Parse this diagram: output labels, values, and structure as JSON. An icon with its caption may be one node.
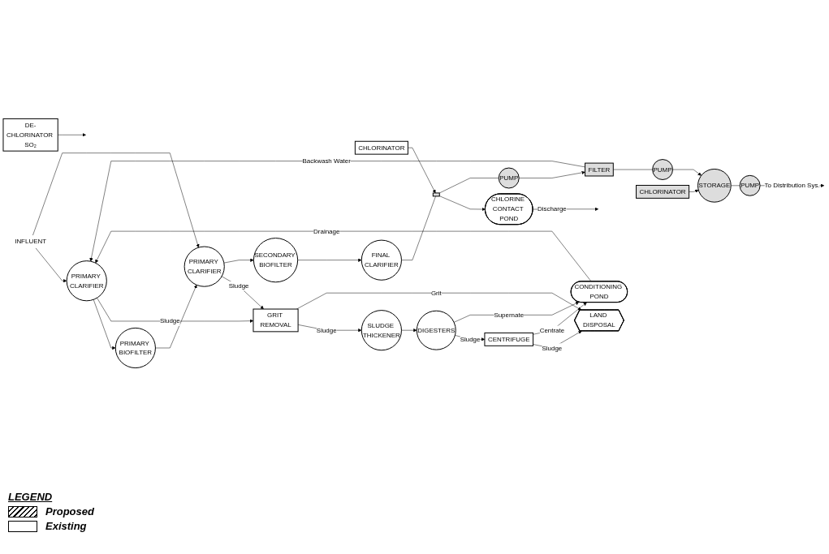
{
  "diagram": {
    "nodes": [
      {
        "text": [
          "INFLUENT"
        ]
      },
      {
        "text": [
          "PRIMARY CLARIFIER"
        ]
      },
      {
        "text": [
          "PRIMARY BIOFILTER"
        ]
      },
      {
        "text": [
          "PRIMARY CLARIFIER"
        ]
      },
      {
        "text": [
          "DE-CHLORINATOR SO₂"
        ]
      },
      {
        "text": [
          "CHLORINE CONTACT POND"
        ]
      },
      {
        "text": [
          "PUMP"
        ]
      },
      {
        "text": [
          "CHLORINATOR"
        ]
      },
      {
        "text": [],
        "shape": "box"
      },
      {
        "text": [
          "GRIT REMOVAL"
        ]
      },
      {
        "text": [
          "SECONDARY BIOFILTER"
        ]
      },
      {
        "text": [
          "FINAL CLARIFIER"
        ]
      },
      {
        "text": [
          "SLUDGE THICKENER"
        ]
      },
      {
        "text": [
          "PUMP"
        ]
      },
      {
        "text": [
          "FILTER"
        ]
      },
      {
        "text": [
          "LAND DISPOSAL"
        ]
      },
      {
        "text": [
          "DIGESTERS"
        ]
      },
      {
        "text": [
          "PUMP"
        ]
      },
      {
        "text": [
          "STORAGE"
        ]
      },
      {
        "text": [
          "CHLORINATOR"
        ]
      },
      {
        "text": [
          "CONDITIONING POND"
        ]
      },
      {
        "text": [
          "CENTRIFUGE"
        ]
      }
    ],
    "edges": [
      {
        "from": 0,
        "to": 1,
        "arrow": "to"
      },
      {
        "from": 1,
        "to": 2,
        "arrow": "to"
      },
      {
        "from": 0,
        "to": 3,
        "arrow": "to"
      },
      {
        "from": 2,
        "to": 3,
        "arrow": "to"
      },
      {
        "from": 1,
        "to": 9,
        "label": "Sludge",
        "arrow": "to"
      },
      {
        "from": 3,
        "to": 9,
        "label": "Sludge",
        "arrow": "to"
      },
      {
        "from": 3,
        "to": 10,
        "arrow": "to"
      },
      {
        "from": 10,
        "to": 11,
        "arrow": "to"
      },
      {
        "from": 11,
        "to": 8,
        "arrow": "none"
      },
      {
        "from": 8,
        "to": 5,
        "arrow": "to"
      },
      {
        "from": 7,
        "to": 8,
        "arrow": "to"
      },
      {
        "from": 8,
        "to": 6,
        "arrow": "none"
      },
      {
        "from": 6,
        "to": 14,
        "arrow": "to"
      },
      {
        "from": 4,
        "to": null,
        "arrow": "to"
      },
      {
        "from": 5,
        "to": null,
        "label": "Discharge",
        "arrow": "to"
      },
      {
        "from": 9,
        "to": 12,
        "label": "Sludge",
        "arrow": "to"
      },
      {
        "from": 9,
        "to": 15,
        "label": "Grit",
        "arrow": "to"
      },
      {
        "from": 12,
        "to": 16,
        "arrow": "to"
      },
      {
        "from": 14,
        "to": 1,
        "label": "Backwash Water",
        "arrow": "to"
      },
      {
        "from": 16,
        "to": 21,
        "label": "Sludge",
        "arrow": "to"
      },
      {
        "from": 21,
        "to": 15,
        "label": "Sludge",
        "arrow": "to"
      },
      {
        "from": 21,
        "to": 20,
        "label": "Centrate",
        "arrow": "to"
      },
      {
        "from": 16,
        "to": 20,
        "label": "Supernate",
        "arrow": "to"
      },
      {
        "from": 20,
        "to": 1,
        "label": "Drainage",
        "arrow": "to"
      },
      {
        "from": 14,
        "to": 17,
        "arrow": "none"
      },
      {
        "from": 17,
        "to": 18,
        "arrow": "to"
      },
      {
        "from": 19,
        "to": 18,
        "arrow": "to"
      },
      {
        "from": 18,
        "to": 13,
        "arrow": "none"
      },
      {
        "from": 13,
        "to": null,
        "label": "To Distribution Sys.",
        "arrow": "to"
      }
    ],
    "labels": [
      "LEGEND"
    ],
    "legend": [
      {
        "text": "Proposed"
      },
      {
        "text": "Existing"
      }
    ]
  }
}
